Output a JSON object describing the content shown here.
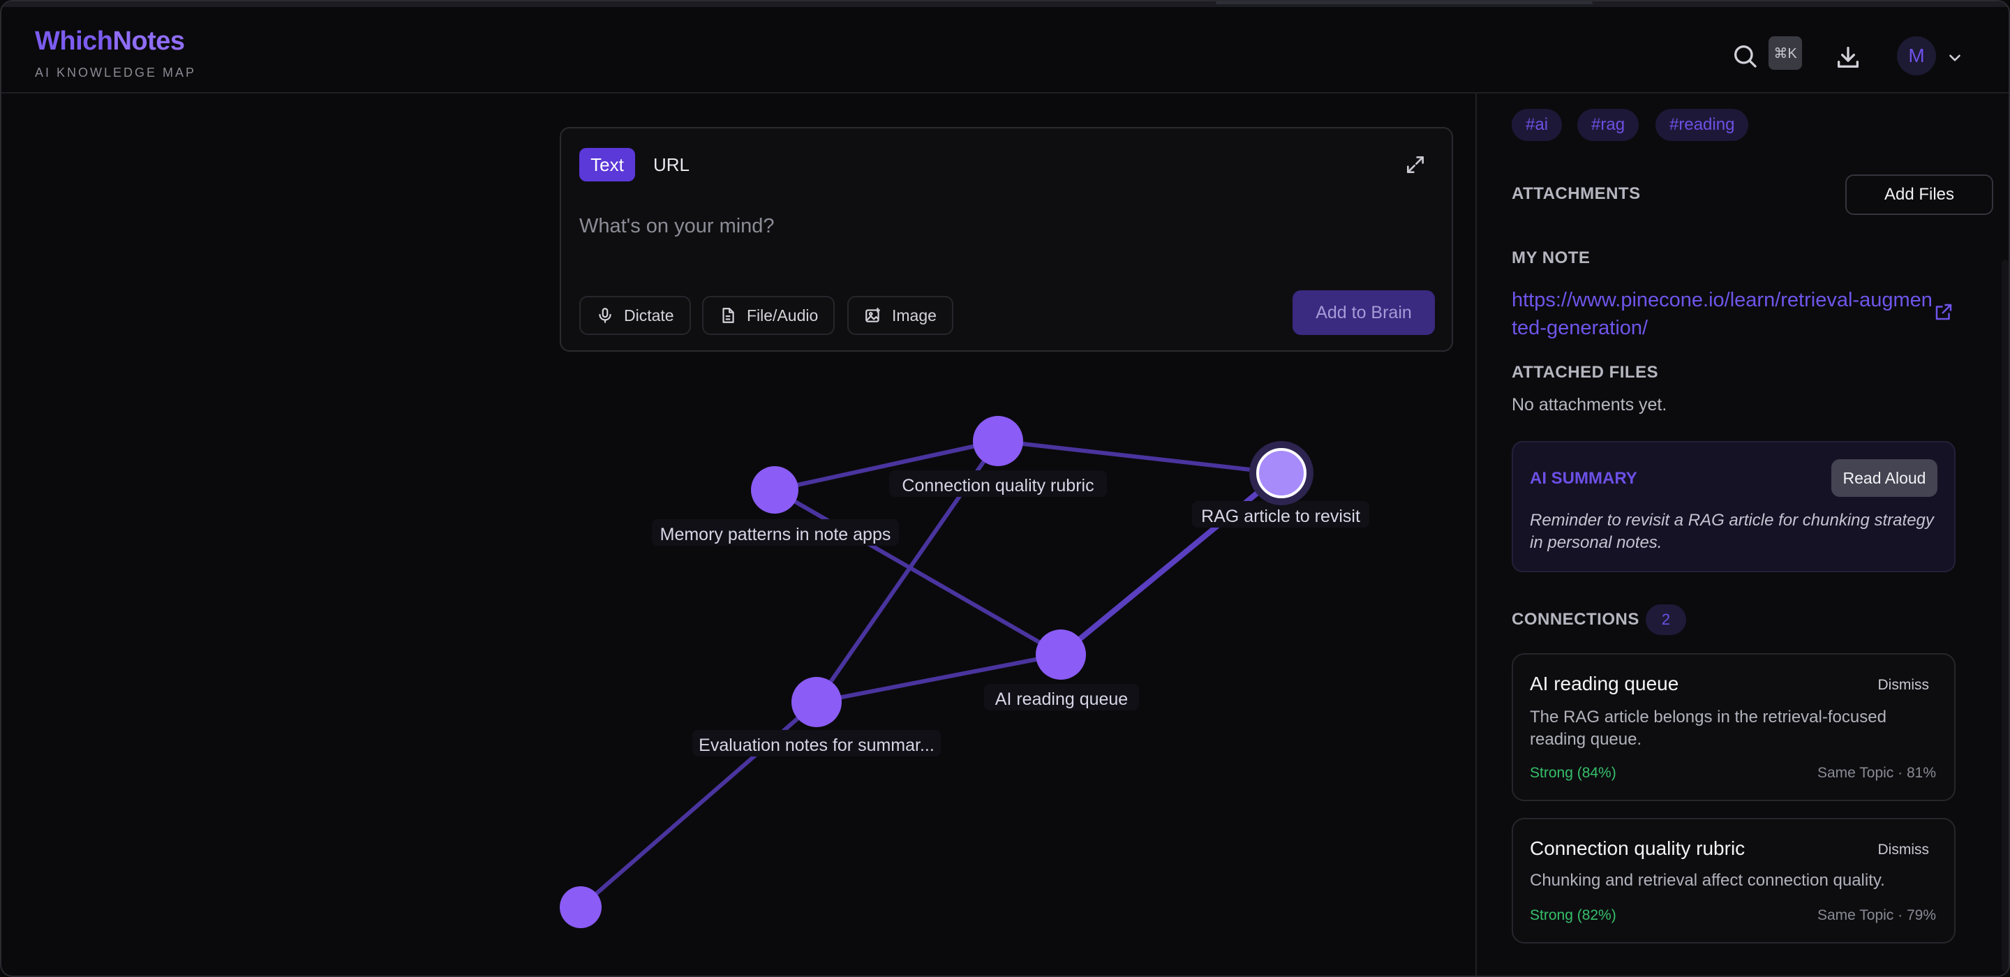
{
  "app": {
    "brand_part1": "Which",
    "brand_part2": "Notes",
    "tagline": "AI KNOWLEDGE MAP",
    "shortcut": "⌘K",
    "avatar_initial": "M"
  },
  "composer": {
    "tab_text": "Text",
    "tab_url": "URL",
    "placeholder": "What's on your mind?",
    "dictate": "Dictate",
    "file_audio": "File/Audio",
    "image": "Image",
    "submit": "Add to Brain"
  },
  "graph": {
    "nodes": [
      {
        "label": "Connection quality rubric"
      },
      {
        "label": "Memory patterns in note apps"
      },
      {
        "label": "RAG article to revisit"
      },
      {
        "label": "AI reading queue"
      },
      {
        "label": "Evaluation notes for summar..."
      },
      {
        "label": ""
      }
    ]
  },
  "panel": {
    "tags": [
      "#ai",
      "#rag",
      "#reading"
    ],
    "attachments_heading": "ATTACHMENTS",
    "add_files": "Add Files",
    "my_note_heading": "MY NOTE",
    "note_link": "https://www.pinecone.io/learn/retrieval-augmented-generation/",
    "attached_files_heading": "ATTACHED FILES",
    "no_attachments": "No attachments yet.",
    "summary": {
      "heading": "AI SUMMARY",
      "read_aloud": "Read Aloud",
      "text": "Reminder to revisit a RAG article for chunking strategy in personal notes."
    },
    "connections_heading": "CONNECTIONS",
    "connections_count": "2",
    "connections": [
      {
        "title": "AI reading queue",
        "dismiss": "Dismiss",
        "body": "The RAG article belongs in the retrieval-focused reading queue.",
        "strength": "Strong (84%)",
        "meta": "Same Topic · 81%"
      },
      {
        "title": "Connection quality rubric",
        "dismiss": "Dismiss",
        "body": "Chunking and retrieval affect connection quality.",
        "strength": "Strong (82%)",
        "meta": "Same Topic · 79%"
      }
    ]
  },
  "colors": {
    "accent": "#7c5cf0",
    "node": "#8b5cf6",
    "edge": "#4a349e",
    "strong": "#36c06a"
  }
}
